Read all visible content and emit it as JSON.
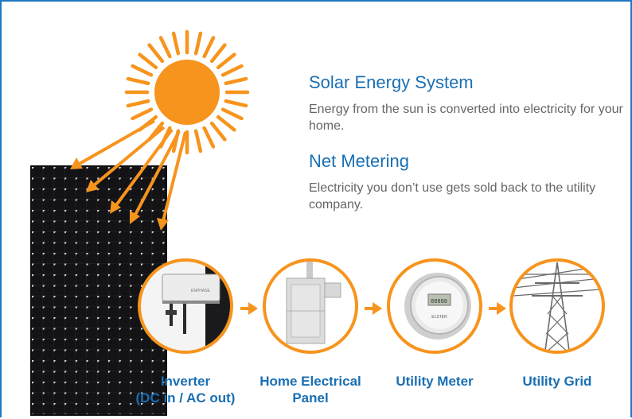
{
  "sections": [
    {
      "heading": "Solar Energy System",
      "text": "Energy from the sun is converted into electricity for your home."
    },
    {
      "heading": "Net Metering",
      "text": "Electricity you don’t use gets sold back to the utility company."
    }
  ],
  "steps": [
    {
      "line1": "Inverter",
      "line2": "(DC in / AC out)"
    },
    {
      "line1": "Home Electrical",
      "line2": "Panel"
    },
    {
      "line1": "Utility Meter",
      "line2": ""
    },
    {
      "line1": "Utility Grid",
      "line2": ""
    }
  ],
  "meter_brand": "ELSTER",
  "colors": {
    "accent_orange": "#f7941d",
    "heading_blue": "#1a6fb3",
    "body_gray": "#666666",
    "frame_blue": "#1f78c1",
    "panel_dark": "#1b1b1d"
  }
}
